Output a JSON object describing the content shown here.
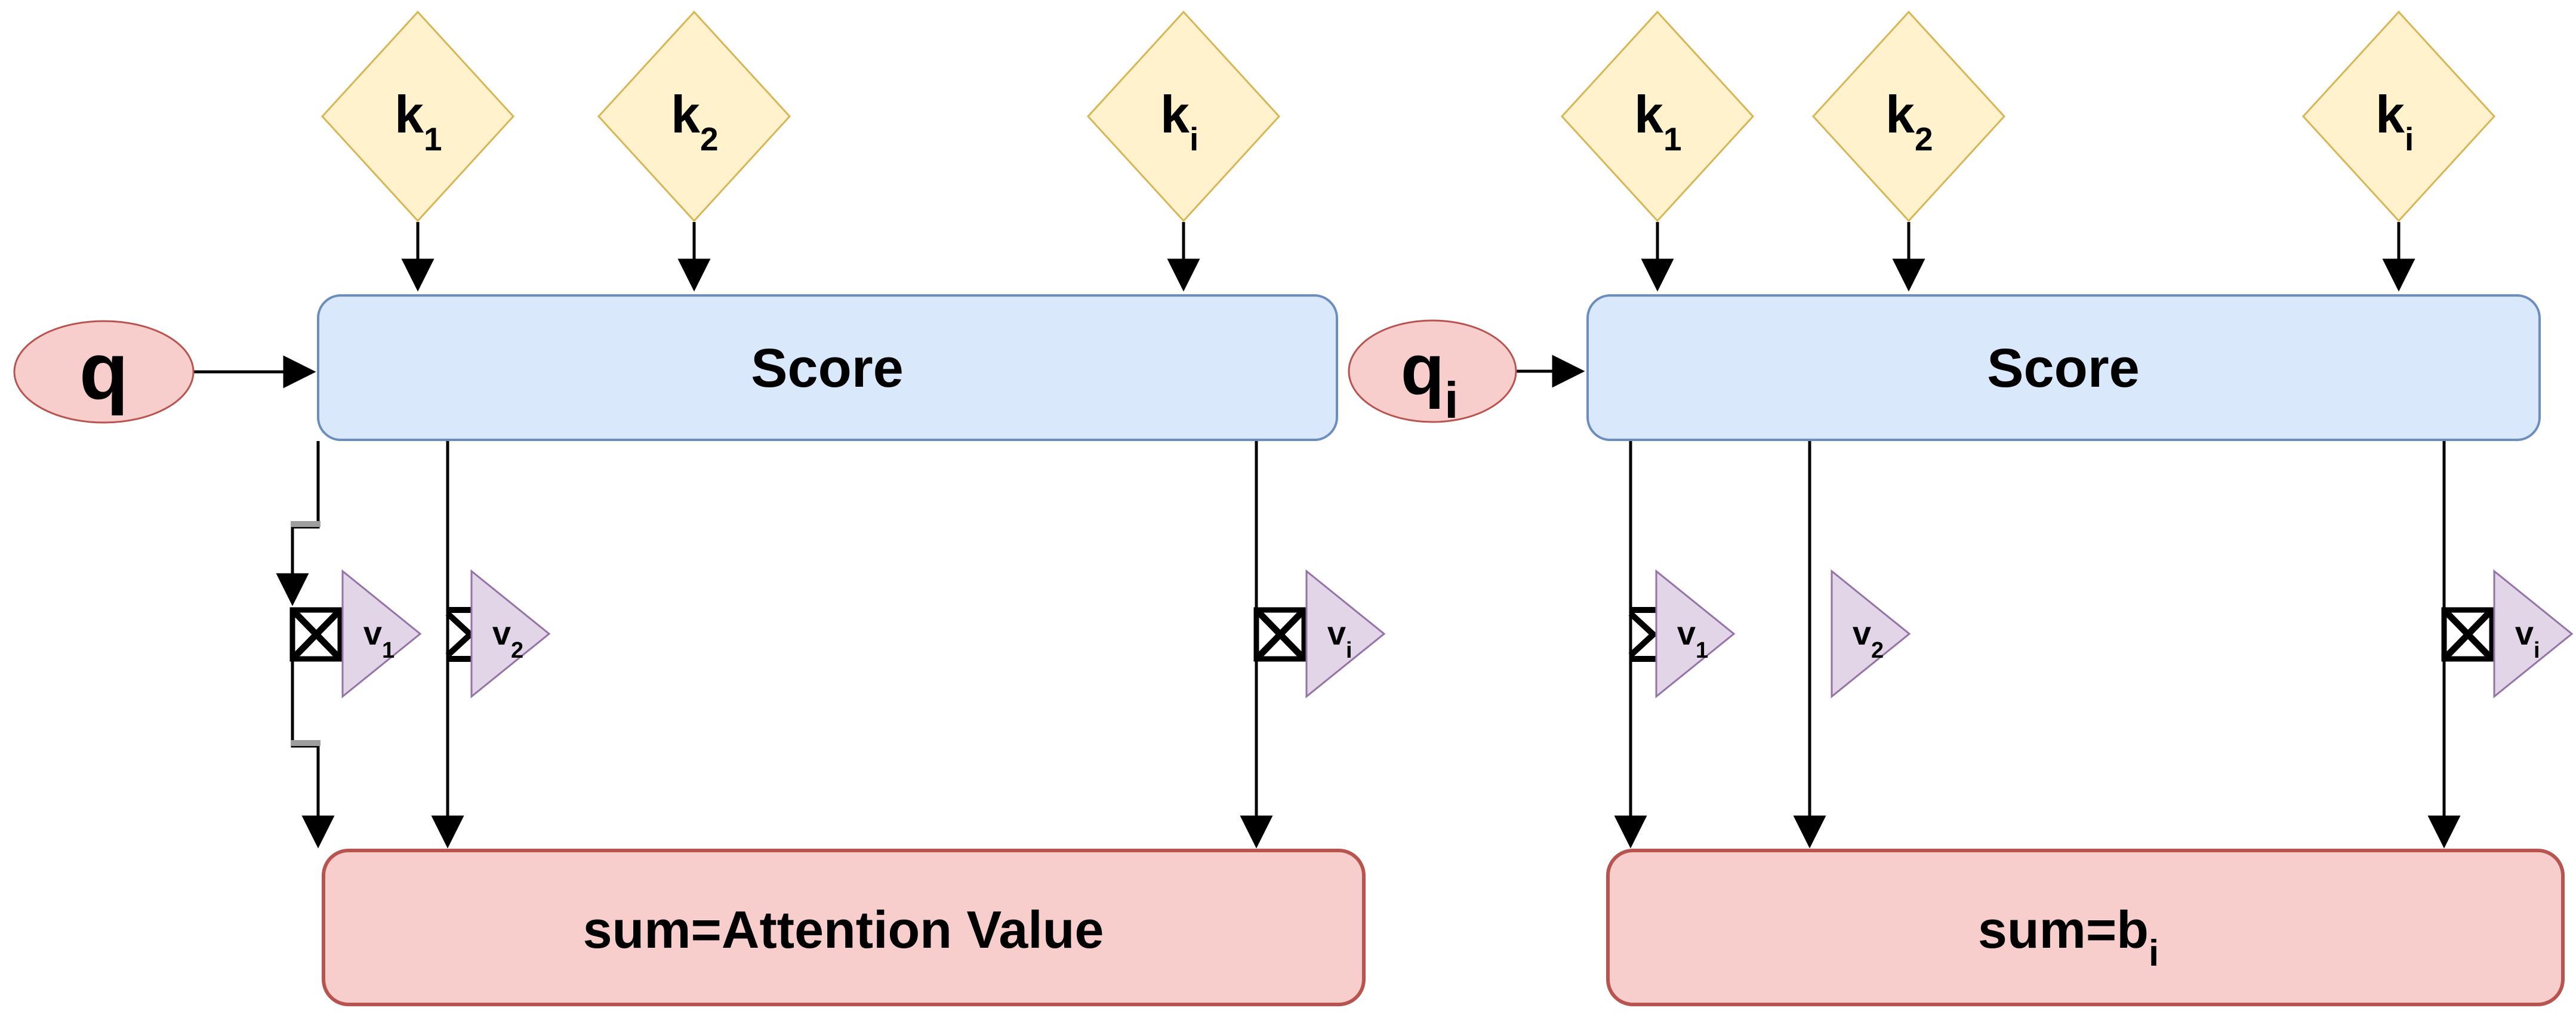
{
  "left": {
    "keys": [
      {
        "base": "k",
        "sub": "1"
      },
      {
        "base": "k",
        "sub": "2"
      },
      {
        "base": "k",
        "sub": "i"
      }
    ],
    "query": {
      "base": "q",
      "sub": ""
    },
    "score": "Score",
    "values": [
      {
        "base": "v",
        "sub": "1"
      },
      {
        "base": "v",
        "sub": "2"
      },
      {
        "base": "v",
        "sub": "i"
      }
    ],
    "sum": {
      "base": "sum=Attention Value",
      "sub": ""
    }
  },
  "right": {
    "keys": [
      {
        "base": "k",
        "sub": "1"
      },
      {
        "base": "k",
        "sub": "2"
      },
      {
        "base": "k",
        "sub": "i"
      }
    ],
    "query": {
      "base": "q",
      "sub": "i"
    },
    "score": "Score",
    "values": [
      {
        "base": "v",
        "sub": "1"
      },
      {
        "base": "v",
        "sub": "2"
      },
      {
        "base": "v",
        "sub": "i"
      }
    ],
    "sum": {
      "base": "sum=b",
      "sub": "i"
    }
  },
  "colors": {
    "key_fill": "#fff2cc",
    "key_stroke": "#d6b656",
    "score_fill": "#dae8fc",
    "score_stroke": "#6c8ebf",
    "query_fill": "#f8cecc",
    "query_stroke": "#b85450",
    "sum_fill": "#f8cecc",
    "sum_stroke": "#b85450",
    "value_fill": "#e1d5e7",
    "value_stroke": "#9673a6",
    "edge": "#000000",
    "jump_marker": "#9e9e9e"
  }
}
